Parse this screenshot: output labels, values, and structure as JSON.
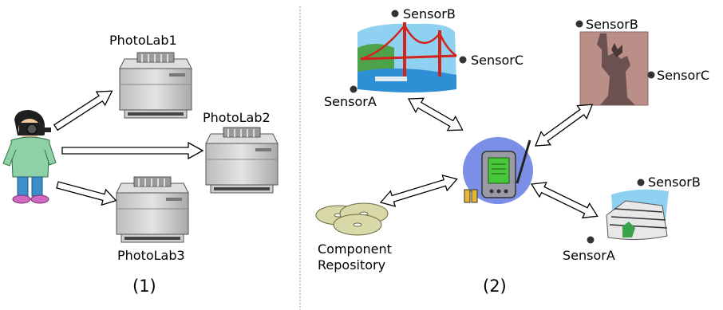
{
  "panel1": {
    "caption": "(1)",
    "printers": [
      {
        "label": "PhotoLab1"
      },
      {
        "label": "PhotoLab2"
      },
      {
        "label": "PhotoLab3"
      }
    ]
  },
  "panel2": {
    "caption": "(2)",
    "repository_label_line1": "Component",
    "repository_label_line2": "Repository",
    "sites": {
      "bridge": {
        "sensor_b": "SensorB",
        "sensor_c": "SensorC",
        "sensor_a": "SensorA"
      },
      "statue": {
        "sensor_b": "SensorB",
        "sensor_c": "SensorC"
      },
      "museum": {
        "sensor_b": "SensorB",
        "sensor_a": "SensorA"
      }
    }
  },
  "colors": {
    "arrow_fill": "#ffffff",
    "arrow_stroke": "#000000",
    "printer_body": "#cfcfcf",
    "sky": "#8fd1f0",
    "bridge_red": "#d2241c",
    "statue_bg": "#b98f88",
    "pda_bg": "#7c8fe6",
    "screen_green": "#49c73a",
    "cd": "#d9d8a8",
    "divider": "#999999"
  }
}
